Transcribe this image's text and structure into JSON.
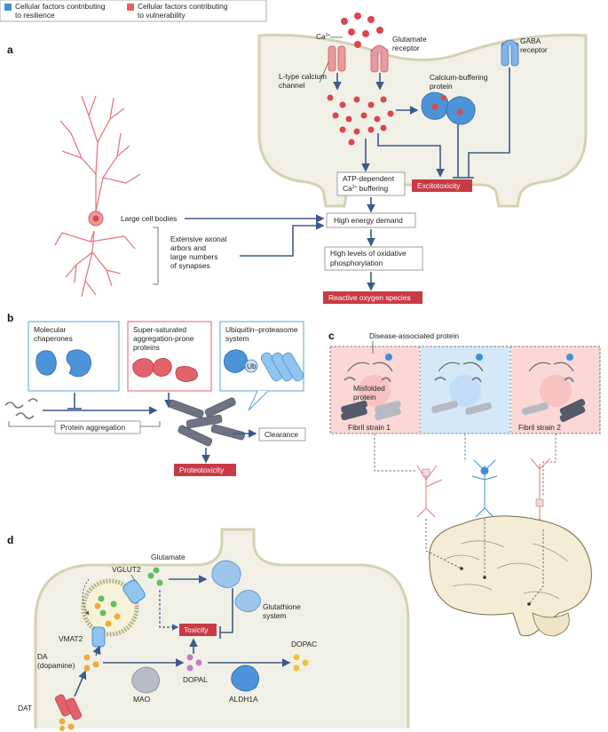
{
  "legend": {
    "resilience": "Cellular factors contributing to resilience",
    "vulnerability": "Cellular factors contributing to vulnerability",
    "resilience_color": "#3f8fd6",
    "vulnerability_color": "#e2626a"
  },
  "panel_a": {
    "letter": "a",
    "ca": "Ca",
    "ca_sup": "2+",
    "glutamate_receptor": [
      "Glutamate",
      "receptor"
    ],
    "gaba_receptor": [
      "GABA",
      "receptor"
    ],
    "l_type_channel": [
      "L-type calcium",
      "channel"
    ],
    "calcium_buffering_protein": [
      "Calcium-buffering",
      "protein"
    ],
    "atp_buffering": [
      "ATP-dependent",
      "Ca",
      "2+",
      " buffering"
    ],
    "excitotoxicity": "Excitotoxicity",
    "large_cell_bodies": "Large cell bodies",
    "axonal_arbors": [
      "Extensive axonal",
      "arbors and",
      "large numbers",
      "of synapses"
    ],
    "high_energy_demand": "High energy demand",
    "oxidative": [
      "High levels of oxidative",
      "phosphorylation"
    ],
    "ros": "Reactive oxygen species"
  },
  "panel_b": {
    "letter": "b",
    "chaperones": [
      "Molecular",
      "chaperones"
    ],
    "supersaturated": [
      "Super-saturated",
      "aggregation-prone",
      "proteins"
    ],
    "ups": [
      "Ubiquitin–proteasome",
      "system"
    ],
    "ub": "Ub",
    "protein_aggregation": "Protein aggregation",
    "clearance": "Clearance",
    "proteotoxicity": "Proteotoxicity"
  },
  "panel_c": {
    "letter": "c",
    "disease_protein": "Disease-associated protein",
    "misfolded": [
      "Misfolded",
      "protein"
    ],
    "strain1": "Fibril strain 1",
    "strain2": "Fibril strain 2"
  },
  "panel_d": {
    "letter": "d",
    "vglut2": "VGLUT2",
    "glutamate": "Glutamate",
    "glutathione": [
      "Glutathione",
      "system"
    ],
    "vmat2": "VMAT2",
    "toxicity": "Toxicity",
    "da": [
      "DA",
      "(dopamine)"
    ],
    "dopal": "DOPAL",
    "dopac": "DOPAC",
    "mao": "MAO",
    "aldh1a": "ALDH1A",
    "dat": "DAT"
  }
}
